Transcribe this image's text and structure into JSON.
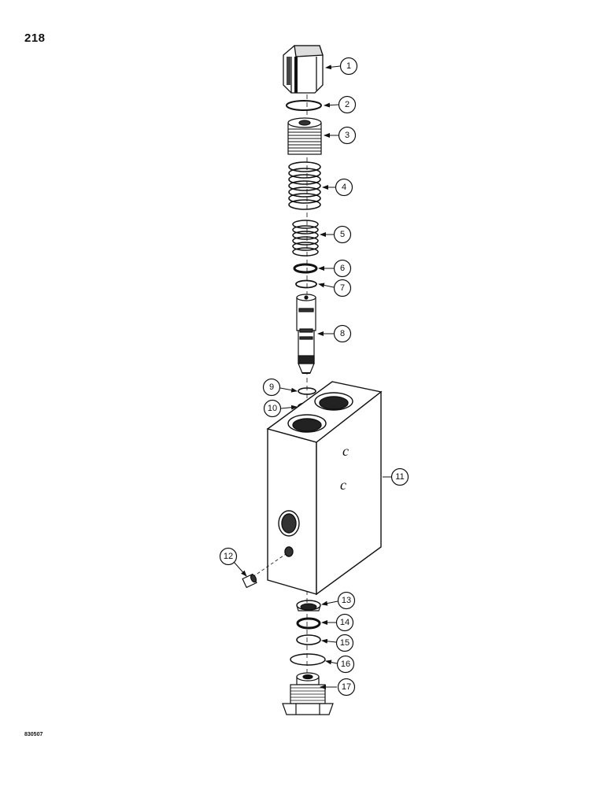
{
  "page_number": "218",
  "figure_code": "830507",
  "diagram": {
    "ink_color": "#111111",
    "background": "#ffffff",
    "part_callouts": [
      "1",
      "2",
      "3",
      "4",
      "5",
      "6",
      "7",
      "8",
      "9",
      "10",
      "11",
      "12",
      "13",
      "14",
      "15",
      "16",
      "17"
    ]
  }
}
